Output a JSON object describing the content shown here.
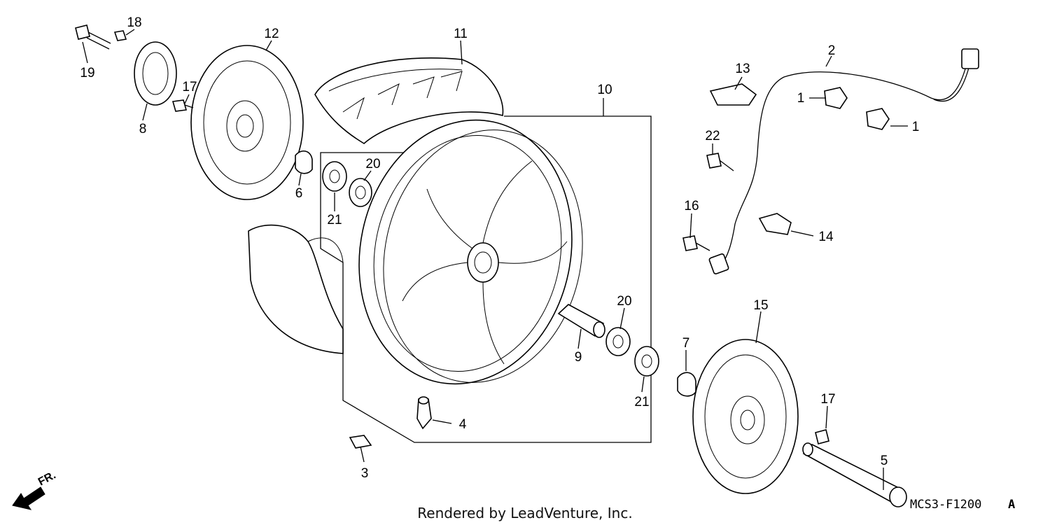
{
  "diagram": {
    "callouts": [
      "1",
      "1",
      "2",
      "3",
      "4",
      "5",
      "6",
      "7",
      "8",
      "9",
      "10",
      "11",
      "12",
      "13",
      "14",
      "15",
      "16",
      "17",
      "17",
      "18",
      "19",
      "20",
      "20",
      "21",
      "21",
      "22"
    ],
    "direction_label": "FR.",
    "diagram_code": "MCS3-F1200",
    "diagram_code_suffix": "A",
    "credit": "Rendered by LeadVenture, Inc."
  }
}
